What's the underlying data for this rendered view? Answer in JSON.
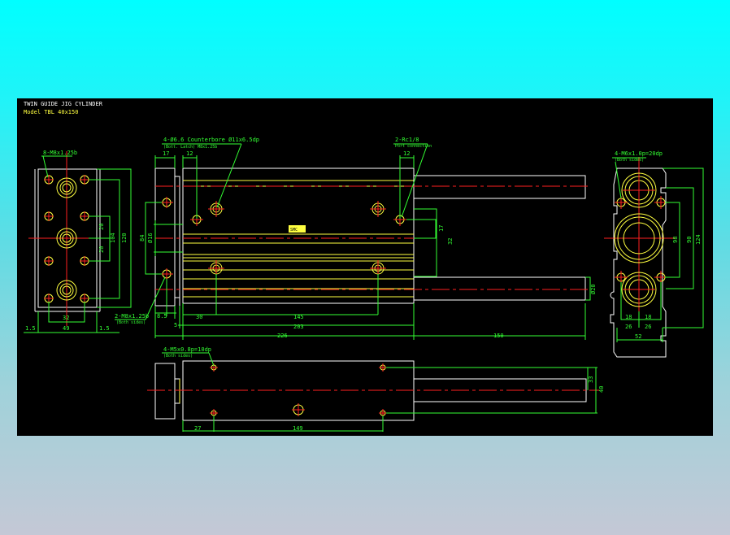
{
  "canvas": {
    "background_top": "#00ffff",
    "background_bottom": "#c4c8d6",
    "sheet_color": "#000000"
  },
  "colors": {
    "outline": "#ffffff",
    "detail": "#ffff40",
    "dimension": "#33ff33",
    "centerline": "#ff2020",
    "hole": "#ffff40"
  },
  "title_block": {
    "title": "TWIN GUIDE JIG CYLINDER",
    "model": "Model TBL 40x150"
  },
  "left_view": {
    "callout": "8-M8x1.25b",
    "dims": {
      "d20a": "20",
      "d20b": "20",
      "d104": "104",
      "d120": "120",
      "d32": "32",
      "d49": "49",
      "d1_5a": "1.5",
      "d1_5b": "1.5"
    }
  },
  "front_view": {
    "callout_top_left": "4-Ø6.6  Counterbore Ø11x6.5dp",
    "callout_top_left_sub": "(Bott. Latch) M8x1.25b",
    "callout_top_right": "2-Rc1/8",
    "callout_top_right_sub": "Port connection",
    "callout_bottom_left": "2-M8x1.25b",
    "callout_bottom_left_sub": "(Both sides)",
    "dims": {
      "d17": "17",
      "d12a": "12",
      "d12b": "12",
      "d84": "84",
      "d16": "Ø16",
      "d8_5": "8.5",
      "d5": "5",
      "d30": "30",
      "d145": "145",
      "d203": "203",
      "d226": "226",
      "d150": "150",
      "d17r": "17",
      "d32r": "32",
      "d20r": "Ø20"
    }
  },
  "right_view": {
    "callout": "4-M6x1.0p=20dp",
    "callout_sub": "(Both sides)",
    "dims": {
      "d98": "98",
      "d90": "90",
      "d124": "124",
      "d18a": "18",
      "d18b": "18",
      "d26a": "26",
      "d26b": "26",
      "d52": "52"
    }
  },
  "bottom_view": {
    "callout": "4-M5x0.8p=10dp",
    "callout_sub": "(Both sides)",
    "dims": {
      "d27": "27",
      "d149": "149",
      "d33": "33",
      "d40": "40"
    }
  },
  "label_plate": {
    "text": "SMC"
  }
}
